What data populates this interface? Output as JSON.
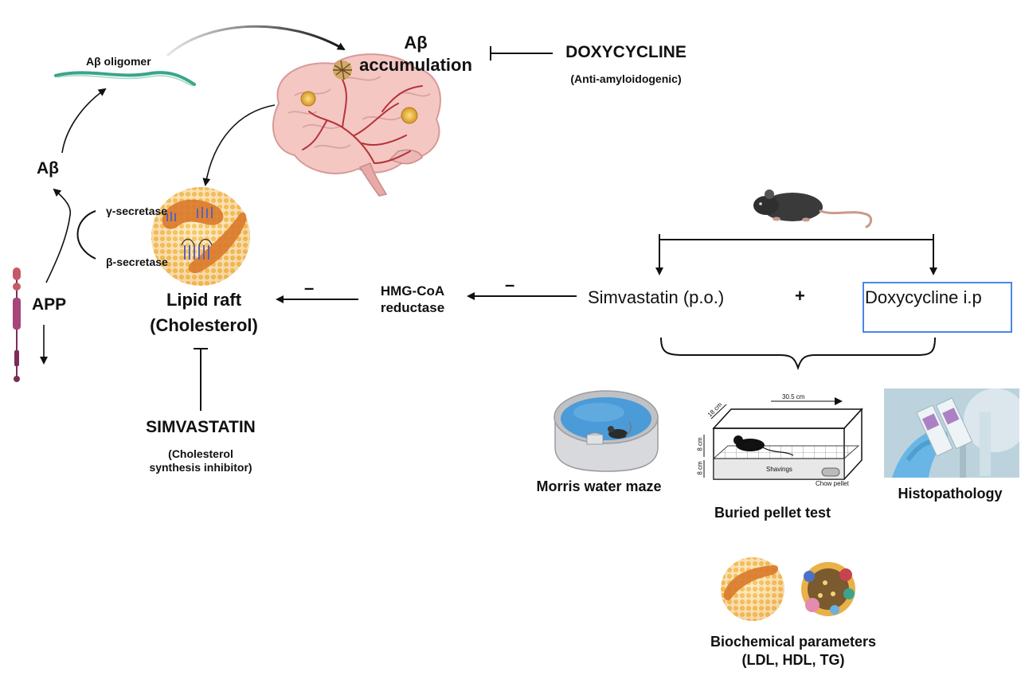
{
  "labels": {
    "abeta_oligomer": "Aβ oligomer",
    "abeta_accumulation_1": "Aβ",
    "abeta_accumulation_2": "accumulation",
    "doxycycline_title": "DOXYCYCLINE",
    "doxycycline_sub": "(Anti-amyloidogenic)",
    "abeta": "Aβ",
    "app": "APP",
    "gamma_secretase": "γ-secretase",
    "beta_secretase": "β-secretase",
    "lipid_raft_1": "Lipid raft",
    "lipid_raft_2": "(Cholesterol)",
    "minus_left": "–",
    "minus_right": "–",
    "hmgcoa_1": "HMG-CoA",
    "hmgcoa_2": "reductase",
    "simvastatin_title": "SIMVASTATIN",
    "simvastatin_sub_1": "(Cholesterol",
    "simvastatin_sub_2": "synthesis inhibitor)",
    "simvastatin_po": "Simvastatin (p.o.)",
    "plus": "+",
    "doxycycline_ip": "Doxycycline i.p",
    "morris": "Morris water maze",
    "buried": "Buried pellet test",
    "histo": "Histopathology",
    "biochem_1": "Biochemical parameters",
    "biochem_2": "(LDL, HDL, TG)",
    "cage_width": "30.5 cm",
    "cage_depth": "18 cm",
    "cage_h1": "8 cm",
    "cage_h2": "8 cm",
    "shavings": "Shavings",
    "chow_pellet": "Chow pellet"
  },
  "colors": {
    "brain": "#f4c7c3",
    "brain_vessel": "#b5333a",
    "raft": "#f2b33f",
    "raft_band": "#d9792a",
    "water": "#4a9bd8",
    "selection_box": "#4a86e8",
    "app_protein": "#a8457b",
    "fibre": "#3aa58a"
  },
  "icons": {
    "brain": "brain-icon",
    "mouse": "mouse-icon",
    "raft": "lipid-raft-icon",
    "maze": "water-maze-icon",
    "cage": "cage-icon",
    "histo": "histology-photo-icon",
    "lipoprotein": "lipoprotein-icon"
  }
}
